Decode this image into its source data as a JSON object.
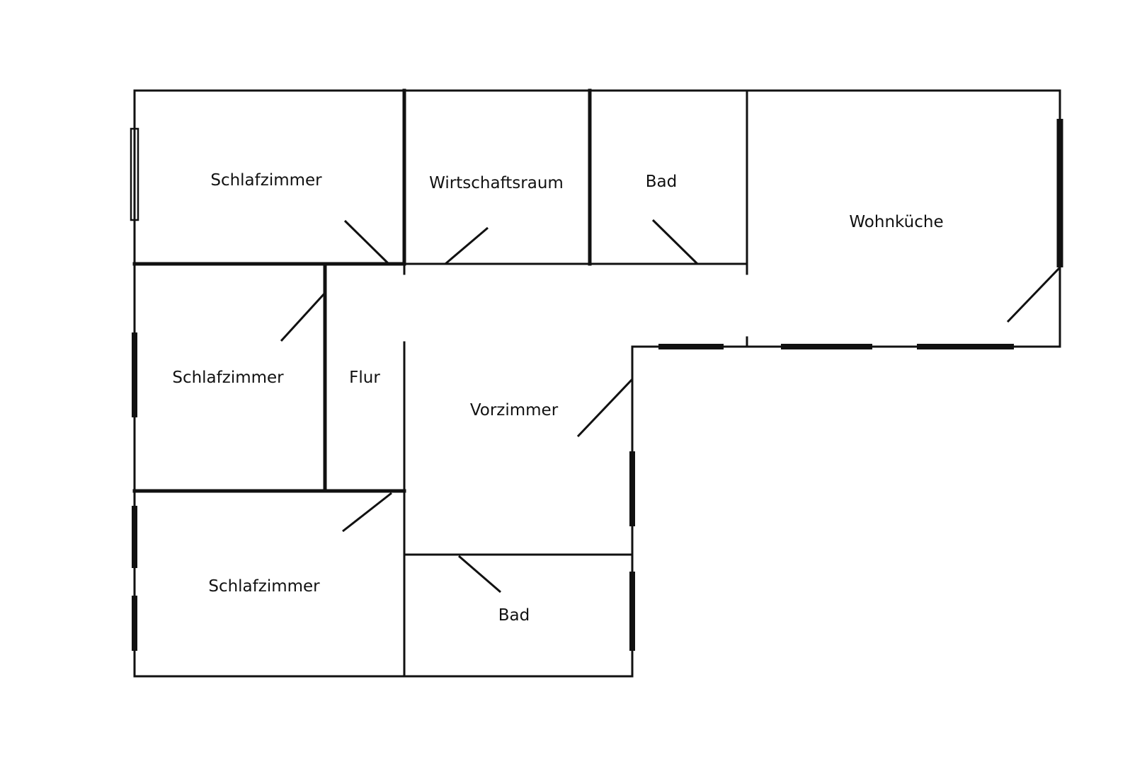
{
  "floor_plan": {
    "rooms": [
      {
        "id": "schlafzimmer-1",
        "label": "Schlafzimmer"
      },
      {
        "id": "wirtschaftsraum",
        "label": "Wirtschaftsraum"
      },
      {
        "id": "bad-1",
        "label": "Bad"
      },
      {
        "id": "wohnkueche",
        "label": "Wohnküche"
      },
      {
        "id": "schlafzimmer-2",
        "label": "Schlafzimmer"
      },
      {
        "id": "flur",
        "label": "Flur"
      },
      {
        "id": "vorzimmer",
        "label": "Vorzimmer"
      },
      {
        "id": "schlafzimmer-3",
        "label": "Schlafzimmer"
      },
      {
        "id": "bad-2",
        "label": "Bad"
      }
    ],
    "colors": {
      "wall": "#111111",
      "background": "#ffffff"
    }
  }
}
